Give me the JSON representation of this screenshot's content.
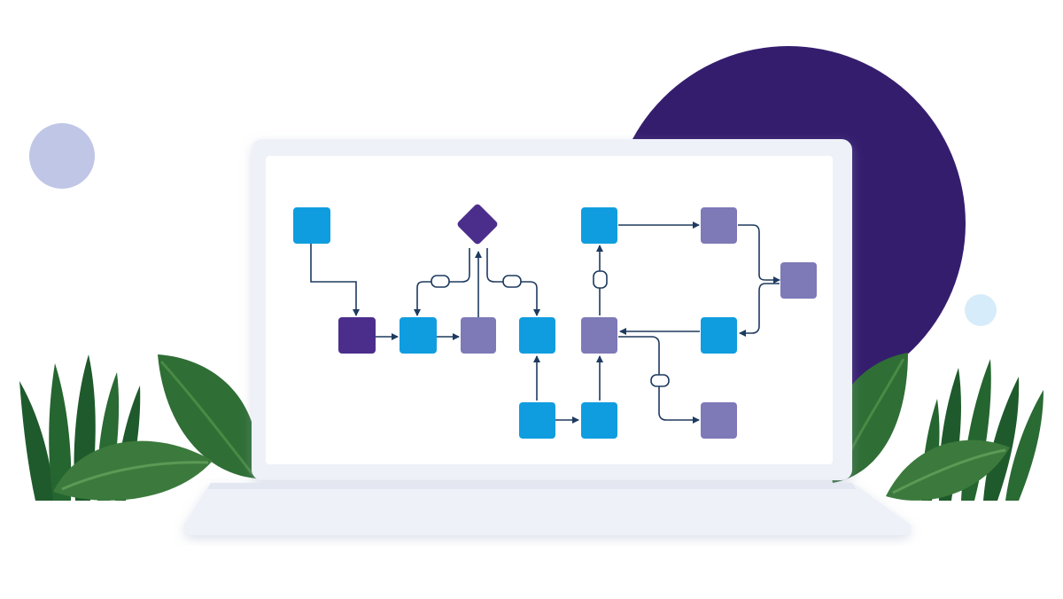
{
  "colors": {
    "background": "#ffffff",
    "big_circle": "#351d6e",
    "lavender_circle": "#c0c6e6",
    "light_blue_circle": "#d6ecfb",
    "node_blue": "#0f9ddf",
    "node_lavender": "#7e79b7",
    "node_dark_purple": "#4b2e8c",
    "connector": "#1e3a5f",
    "laptop_frame": "#eef1f8",
    "laptop_screen": "#ffffff",
    "keyboard": "#eef1f8",
    "leaf_dark": "#1f5a2c",
    "leaf_mid": "#2f6e35",
    "leaf_light": "#4a8a45"
  },
  "diagram": {
    "node_kinds": [
      "process",
      "process",
      "decision",
      "process",
      "process",
      "process",
      "process",
      "process",
      "process",
      "process",
      "process",
      "process",
      "process",
      "process"
    ],
    "connector_labels": [
      "",
      "",
      "",
      ""
    ]
  }
}
